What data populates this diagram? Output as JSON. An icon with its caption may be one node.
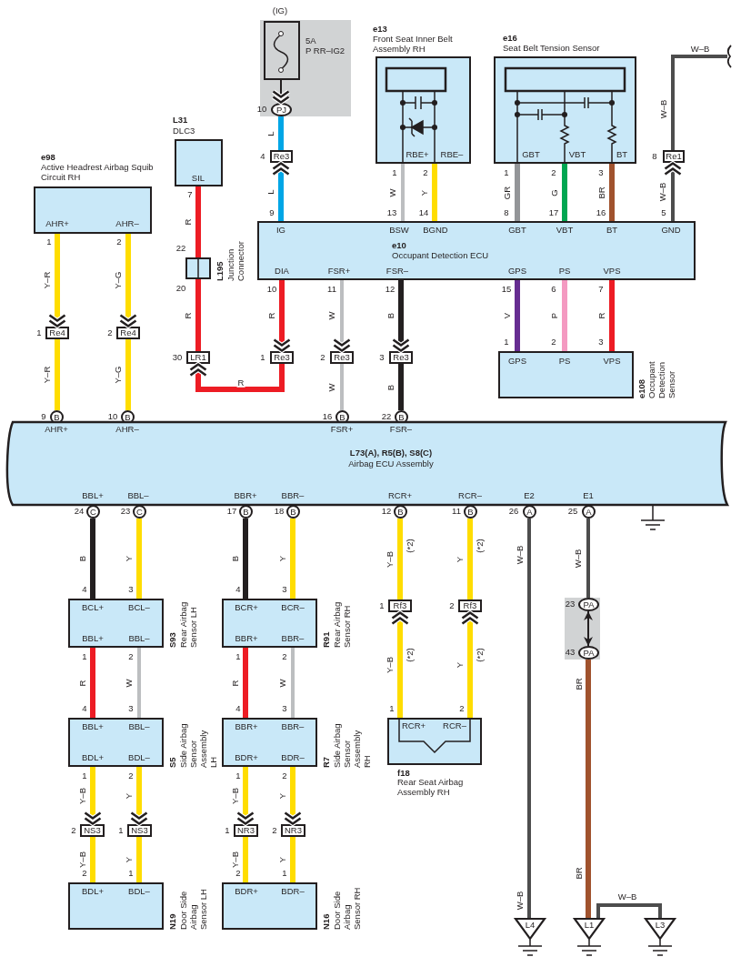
{
  "diagram": {
    "nodes": [
      {
        "text": [
          "(IG)",
          "5A",
          "P RR–IG2"
        ]
      },
      {
        "text": [],
        "shape": "box",
        "in": 0
      },
      {
        "text": [
          "PJ"
        ],
        "beside": [
          "10"
        ],
        "in": 0
      },
      {
        "text": [
          "L31",
          "DLC3",
          "SIL"
        ],
        "beside": [
          "7"
        ]
      },
      {
        "text": [
          "e98",
          "Active Headrest Airbag Squib Circuit RH",
          "AHR+",
          "AHR–"
        ],
        "beside": [
          "1",
          "2"
        ]
      },
      {
        "text": [
          "e13",
          "Front Seat Inner Belt Assembly RH",
          "RBE+",
          "RBE–"
        ],
        "beside": [
          "1",
          "2"
        ]
      },
      {
        "text": [
          "e16",
          "Seat Belt Tension Sensor",
          "GBT",
          "VBT",
          "BT"
        ],
        "beside": [
          "1",
          "2",
          "3"
        ]
      },
      {
        "text": [
          "Re1"
        ],
        "beside": [
          "8"
        ]
      },
      {
        "text": [
          "Re3"
        ],
        "beside": [
          "4"
        ]
      },
      {
        "text": [
          "IG",
          "BSW",
          "BGND",
          "GBT",
          "VBT",
          "BT",
          "GND",
          "e10",
          "Occupant Detection ECU",
          "DIA",
          "FSR+",
          "FSR–",
          "GPS",
          "PS",
          "VPS"
        ],
        "beside": [
          "9",
          "13",
          "14",
          "8",
          "17",
          "16",
          "5",
          "10",
          "11",
          "12",
          "15",
          "6",
          "7"
        ]
      },
      {
        "text": [
          "L195",
          "Junction Connector"
        ],
        "beside": [
          "22",
          "20"
        ]
      },
      {
        "text": [
          "Re4"
        ],
        "beside": [
          "1"
        ]
      },
      {
        "text": [
          "Re4"
        ],
        "beside": [
          "2"
        ]
      },
      {
        "text": [
          "LR1"
        ],
        "beside": [
          "30"
        ]
      },
      {
        "text": [
          "Re3"
        ],
        "beside": [
          "1"
        ]
      },
      {
        "text": [
          "Re3"
        ],
        "beside": [
          "2"
        ]
      },
      {
        "text": [
          "Re3"
        ],
        "beside": [
          "3"
        ]
      },
      {
        "text": [
          "GPS",
          "PS",
          "VPS",
          "e108",
          "Occupant Detection Sensor"
        ],
        "beside": [
          "1",
          "2",
          "3"
        ]
      },
      {
        "text": [
          "B"
        ],
        "beside": [
          "9"
        ]
      },
      {
        "text": [
          "B"
        ],
        "beside": [
          "10"
        ]
      },
      {
        "text": [
          "B"
        ],
        "beside": [
          "16"
        ]
      },
      {
        "text": [
          "B"
        ],
        "beside": [
          "22"
        ]
      },
      {
        "text": [
          "AHR+",
          "AHR–",
          "FSR+",
          "FSR–",
          "L73(A), R5(B), S8(C)",
          "Airbag ECU Assembly",
          "BBL+",
          "BBL–",
          "BBR+",
          "BBR–",
          "RCR+",
          "RCR–",
          "E2",
          "E1"
        ]
      },
      {
        "text": [
          "C"
        ],
        "beside": [
          "24"
        ]
      },
      {
        "text": [
          "C"
        ],
        "beside": [
          "23"
        ]
      },
      {
        "text": [
          "B"
        ],
        "beside": [
          "17"
        ]
      },
      {
        "text": [
          "B"
        ],
        "beside": [
          "18"
        ]
      },
      {
        "text": [
          "B"
        ],
        "beside": [
          "12"
        ]
      },
      {
        "text": [
          "B"
        ],
        "beside": [
          "11"
        ]
      },
      {
        "text": [
          "A"
        ],
        "beside": [
          "26"
        ]
      },
      {
        "text": [
          "A"
        ],
        "beside": [
          "25"
        ]
      },
      {
        "text": [],
        "shape": "box"
      },
      {
        "text": [
          "PA"
        ],
        "beside": [
          "23"
        ],
        "in": 31
      },
      {
        "text": [
          "PA"
        ],
        "beside": [
          "43"
        ],
        "in": 31
      },
      {
        "text": [
          "BCL+",
          "BCL–",
          "BBL+",
          "BBL–",
          "S93",
          "Rear Airbag Sensor LH"
        ],
        "beside": [
          "4",
          "3",
          "1",
          "2"
        ]
      },
      {
        "text": [
          "BCR+",
          "BCR–",
          "BBR+",
          "BBR–",
          "R91",
          "Rear Airbag Sensor RH"
        ],
        "beside": [
          "4",
          "3",
          "1",
          "2"
        ]
      },
      {
        "text": [
          "Rf3"
        ],
        "beside": [
          "1"
        ]
      },
      {
        "text": [
          "Rf3"
        ],
        "beside": [
          "2"
        ]
      },
      {
        "text": [
          "BBL+",
          "BBL–",
          "BDL+",
          "BDL–",
          "S5",
          "Side Airbag Sensor Assembly LH"
        ],
        "beside": [
          "4",
          "3",
          "1",
          "2"
        ]
      },
      {
        "text": [
          "BBR+",
          "BBR–",
          "BDR+",
          "BDR–",
          "R7",
          "Side Airbag Sensor Assembly RH"
        ],
        "beside": [
          "4",
          "3",
          "1",
          "2"
        ]
      },
      {
        "text": [
          "RCR+",
          "RCR–",
          "f18",
          "Rear Seat Airbag Assembly RH"
        ],
        "beside": [
          "1",
          "2"
        ]
      },
      {
        "text": [
          "NS3"
        ],
        "beside": [
          "2"
        ]
      },
      {
        "text": [
          "NS3"
        ],
        "beside": [
          "1"
        ]
      },
      {
        "text": [
          "NR3"
        ],
        "beside": [
          "1"
        ]
      },
      {
        "text": [
          "NR3"
        ],
        "beside": [
          "2"
        ]
      },
      {
        "text": [
          "BDL+",
          "BDL–",
          "N19",
          "Door Side Airbag Sensor LH"
        ],
        "beside": [
          "2",
          "1"
        ]
      },
      {
        "text": [
          "BDR+",
          "BDR–",
          "N16",
          "Door Side Airbag Sensor RH"
        ],
        "beside": [
          "2",
          "1"
        ]
      },
      {
        "text": [
          "L4"
        ]
      },
      {
        "text": [
          "L1"
        ]
      },
      {
        "text": [
          "L3"
        ]
      }
    ],
    "edges": [
      {
        "from": 1,
        "to": 2,
        "arrow": "to",
        "color": "#231f20"
      },
      {
        "from": 2,
        "to": 8,
        "arrow": "none",
        "label": "L",
        "color": "#00a6e6"
      },
      {
        "from": 9,
        "to": 8,
        "arrow": "to",
        "label": "L",
        "color": "#00a6e6"
      },
      {
        "from": 3,
        "to": 10,
        "arrow": "none",
        "label": "R",
        "color": "#ed1c24"
      },
      {
        "from": 10,
        "to": 13,
        "arrow": "none",
        "label": "R",
        "color": "#ed1c24"
      },
      {
        "from": 14,
        "to": 13,
        "arrow": "to",
        "label": "R",
        "color": "#ed1c24"
      },
      {
        "from": 9,
        "to": 14,
        "arrow": "to",
        "label": "R",
        "color": "#ed1c24"
      },
      {
        "from": 4,
        "to": 11,
        "arrow": "to",
        "label": "Y–R",
        "color": "#ffdd00"
      },
      {
        "from": 11,
        "to": 18,
        "arrow": "none",
        "label": "Y–R",
        "color": "#ffdd00"
      },
      {
        "from": 4,
        "to": 12,
        "arrow": "to",
        "label": "Y–G",
        "color": "#ffdd00"
      },
      {
        "from": 12,
        "to": 19,
        "arrow": "none",
        "label": "Y–G",
        "color": "#ffdd00"
      },
      {
        "from": 9,
        "to": 15,
        "arrow": "to",
        "label": "W",
        "color": "#bcbec0"
      },
      {
        "from": 15,
        "to": 20,
        "arrow": "none",
        "label": "W",
        "color": "#bcbec0"
      },
      {
        "from": 9,
        "to": 16,
        "arrow": "to",
        "label": "B",
        "color": "#231f20"
      },
      {
        "from": 16,
        "to": 21,
        "arrow": "none",
        "label": "B",
        "color": "#231f20"
      },
      {
        "from": 9,
        "to": 17,
        "arrow": "none",
        "label": "V",
        "color": "#662d91"
      },
      {
        "from": 9,
        "to": 17,
        "arrow": "none",
        "label": "P",
        "color": "#f49ac1"
      },
      {
        "from": 9,
        "to": 17,
        "arrow": "none",
        "label": "R",
        "color": "#ed1c24"
      },
      {
        "from": 5,
        "to": 9,
        "arrow": "none",
        "label": "W",
        "color": "#bcbec0"
      },
      {
        "from": 5,
        "to": 9,
        "arrow": "none",
        "label": "Y",
        "color": "#ffdd00"
      },
      {
        "from": 6,
        "to": 9,
        "arrow": "none",
        "label": "GR",
        "color": "#939598"
      },
      {
        "from": 6,
        "to": 9,
        "arrow": "none",
        "label": "G",
        "color": "#00a651"
      },
      {
        "from": 6,
        "to": 9,
        "arrow": "none",
        "label": "BR",
        "color": "#a0522d"
      },
      {
        "from": 9,
        "to": 7,
        "arrow": "to",
        "label": "W–B",
        "color": "#4d4d4d"
      },
      {
        "from": 7,
        "to": null,
        "arrow": "none",
        "label": "W–B",
        "color": "#4d4d4d"
      },
      {
        "from": 23,
        "to": 34,
        "arrow": "none",
        "label": "B",
        "color": "#231f20"
      },
      {
        "from": 24,
        "to": 34,
        "arrow": "none",
        "label": "Y",
        "color": "#ffdd00"
      },
      {
        "from": 25,
        "to": 35,
        "arrow": "none",
        "label": "B",
        "color": "#231f20"
      },
      {
        "from": 26,
        "to": 35,
        "arrow": "none",
        "label": "Y",
        "color": "#ffdd00"
      },
      {
        "from": 34,
        "to": 38,
        "arrow": "none",
        "label": "R",
        "color": "#ed1c24"
      },
      {
        "from": 34,
        "to": 38,
        "arrow": "none",
        "label": "W",
        "color": "#bcbec0"
      },
      {
        "from": 35,
        "to": 39,
        "arrow": "none",
        "label": "R",
        "color": "#ed1c24"
      },
      {
        "from": 35,
        "to": 39,
        "arrow": "none",
        "label": "W",
        "color": "#bcbec0"
      },
      {
        "from": 38,
        "to": 41,
        "arrow": "to",
        "label": "Y–B",
        "color": "#ffdd00"
      },
      {
        "from": 38,
        "to": 42,
        "arrow": "to",
        "label": "Y",
        "color": "#ffdd00"
      },
      {
        "from": 39,
        "to": 43,
        "arrow": "to",
        "label": "Y–B",
        "color": "#ffdd00"
      },
      {
        "from": 39,
        "to": 44,
        "arrow": "to",
        "label": "Y",
        "color": "#ffdd00"
      },
      {
        "from": 41,
        "to": 45,
        "arrow": "none",
        "label": "Y–B",
        "color": "#ffdd00"
      },
      {
        "from": 42,
        "to": 45,
        "arrow": "none",
        "label": "Y",
        "color": "#ffdd00"
      },
      {
        "from": 43,
        "to": 46,
        "arrow": "none",
        "label": "Y–B",
        "color": "#ffdd00"
      },
      {
        "from": 44,
        "to": 46,
        "arrow": "none",
        "label": "Y",
        "color": "#ffdd00"
      },
      {
        "from": 27,
        "to": 36,
        "arrow": "none",
        "label": "Y–B",
        "color": "#ffdd00"
      },
      {
        "from": 28,
        "to": 37,
        "arrow": "none",
        "label": "Y",
        "color": "#ffdd00"
      },
      {
        "from": 40,
        "to": 36,
        "arrow": "to",
        "label": "Y–B",
        "color": "#ffdd00"
      },
      {
        "from": 40,
        "to": 37,
        "arrow": "to",
        "label": "Y",
        "color": "#ffdd00"
      },
      {
        "from": 29,
        "to": 47,
        "arrow": "none",
        "label": "W–B",
        "color": "#4d4d4d"
      },
      {
        "from": 30,
        "to": 32,
        "arrow": "none",
        "label": "W–B",
        "color": "#4d4d4d"
      },
      {
        "from": 32,
        "to": 33,
        "arrow": "both",
        "color": "#231f20"
      },
      {
        "from": 33,
        "to": 48,
        "arrow": "none",
        "label": "BR",
        "color": "#a0522d"
      },
      {
        "from": 48,
        "to": 49,
        "arrow": "none",
        "label": "W–B",
        "color": "#4d4d4d"
      }
    ],
    "labels": [
      "W–B",
      "(*2)",
      "(*2)",
      "(*2)",
      "(*2)",
      "W–B",
      "BR"
    ]
  }
}
